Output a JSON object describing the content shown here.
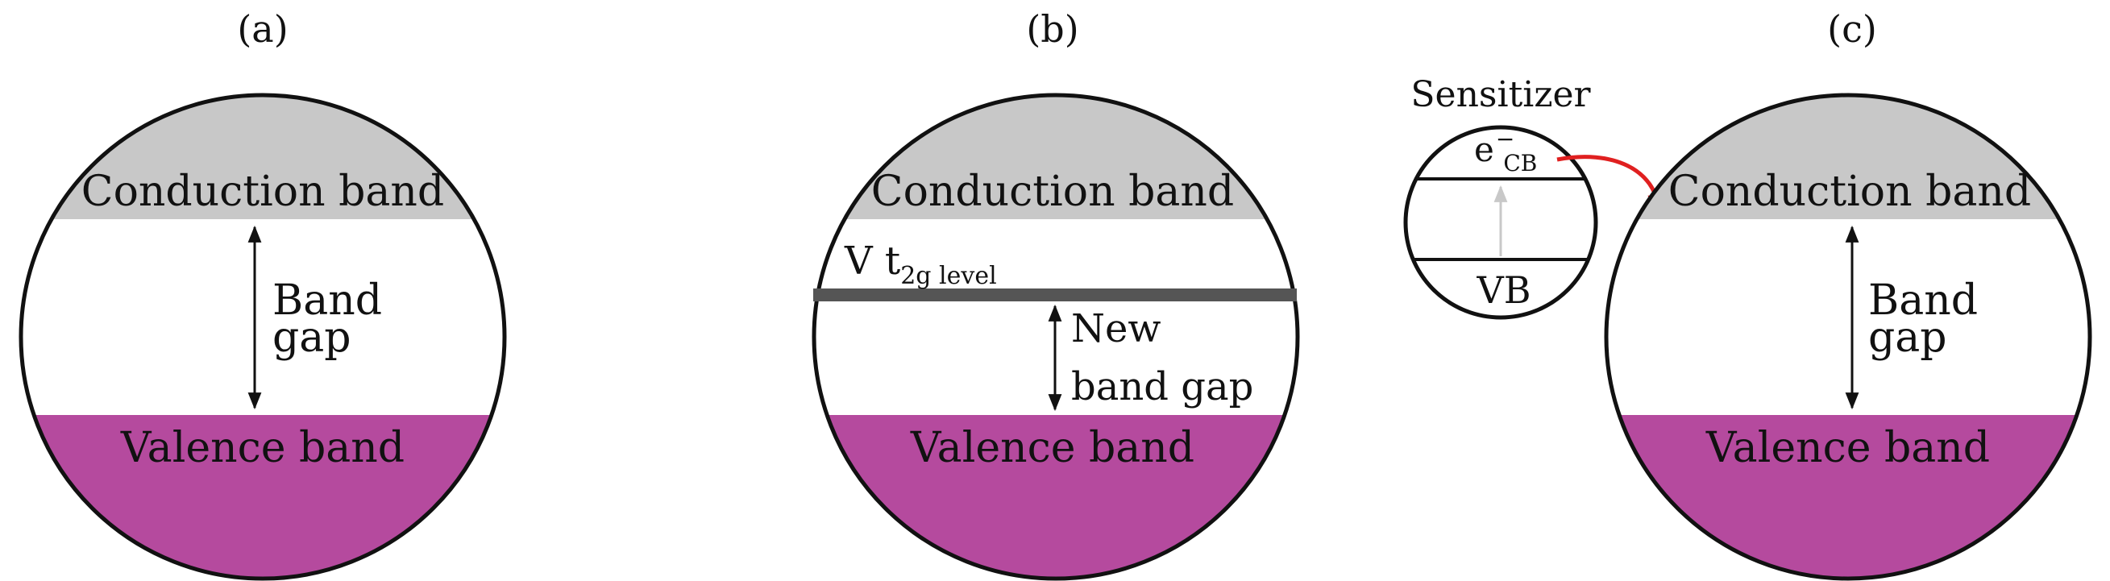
{
  "colors": {
    "conduction": "#c8c8c8",
    "valence": "#b54a9e",
    "outline": "#111111",
    "dopant_level": "#555555",
    "transfer_arrow": "#e02020",
    "excitation_arrow": "#c8c8c8"
  },
  "panels": [
    {
      "id": "a",
      "caption": "(a)",
      "conduction_label": "Conduction band",
      "valence_label": "Valence band",
      "gap_line1": "Band",
      "gap_line2": "gap"
    },
    {
      "id": "b",
      "caption": "(b)",
      "conduction_label": "Conduction band",
      "valence_label": "Valence band",
      "level_main": "V t",
      "level_sub": "2g level",
      "gap_line1": "New",
      "gap_line2": "band gap"
    },
    {
      "id": "c",
      "caption": "(c)",
      "conduction_label": "Conduction band",
      "valence_label": "Valence band",
      "gap_line1": "Band",
      "gap_line2": "gap"
    }
  ],
  "sensitizer": {
    "title": "Sensitizer",
    "electron_symbol": "e",
    "electron_sup": "−",
    "electron_sub": "CB",
    "vb_label": "VB"
  }
}
